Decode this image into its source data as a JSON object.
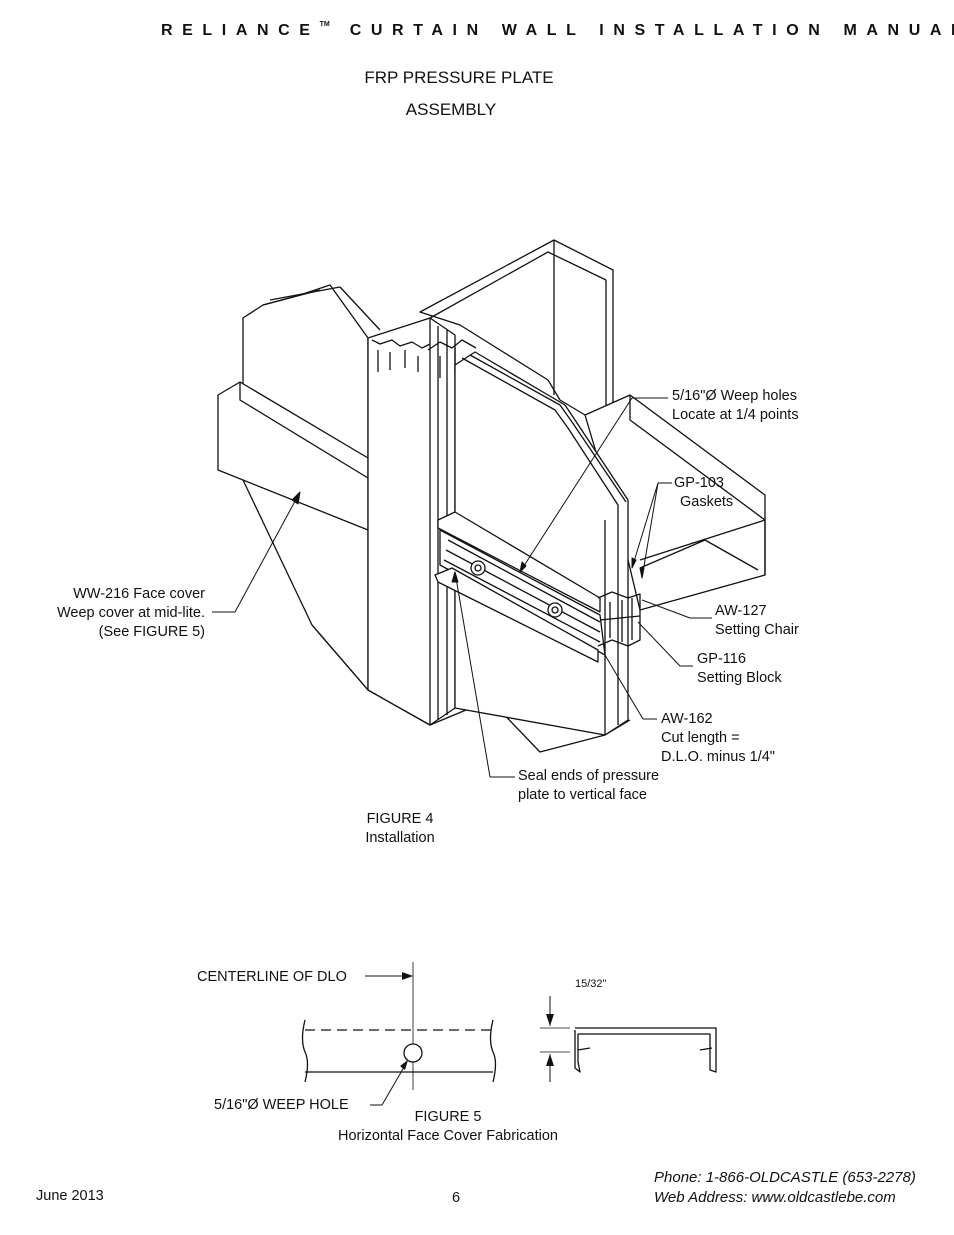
{
  "header": {
    "brand": "RELIANCE",
    "trademark": "TM",
    "title": "CURTAIN WALL INSTALLATION MANUAL"
  },
  "section_title": {
    "line1": "FRP PRESSURE PLATE",
    "line2": "ASSEMBLY"
  },
  "figure4": {
    "callouts": {
      "weep_holes": [
        "5/16\"Ø Weep holes",
        "Locate at 1/4 points"
      ],
      "gp103": [
        "GP-103",
        "Gaskets"
      ],
      "aw127": [
        "AW-127",
        "Setting Chair"
      ],
      "gp116": [
        "GP-116",
        "Setting Block"
      ],
      "aw162": [
        "AW-162",
        "Cut length =",
        "D.L.O. minus 1/4\""
      ],
      "seal": [
        "Seal ends of pressure",
        "plate to vertical face"
      ],
      "ww216": [
        "WW-216 Face cover",
        "Weep cover at mid-lite.",
        "(See FIGURE 5)"
      ]
    },
    "caption": [
      "FIGURE 4",
      "Installation"
    ]
  },
  "figure5": {
    "centerline_label": "CENTERLINE OF DLO",
    "weep_hole_label": "5/16\"Ø WEEP HOLE",
    "dimension": "15/32\"",
    "caption": [
      "FIGURE 5",
      "Horizontal Face Cover Fabrication"
    ]
  },
  "footer": {
    "date": "June 2013",
    "page_number": "6",
    "phone": "Phone: 1-866-OLDCASTLE (653-2278)",
    "web": "Web Address: www.oldcastlebe.com"
  }
}
